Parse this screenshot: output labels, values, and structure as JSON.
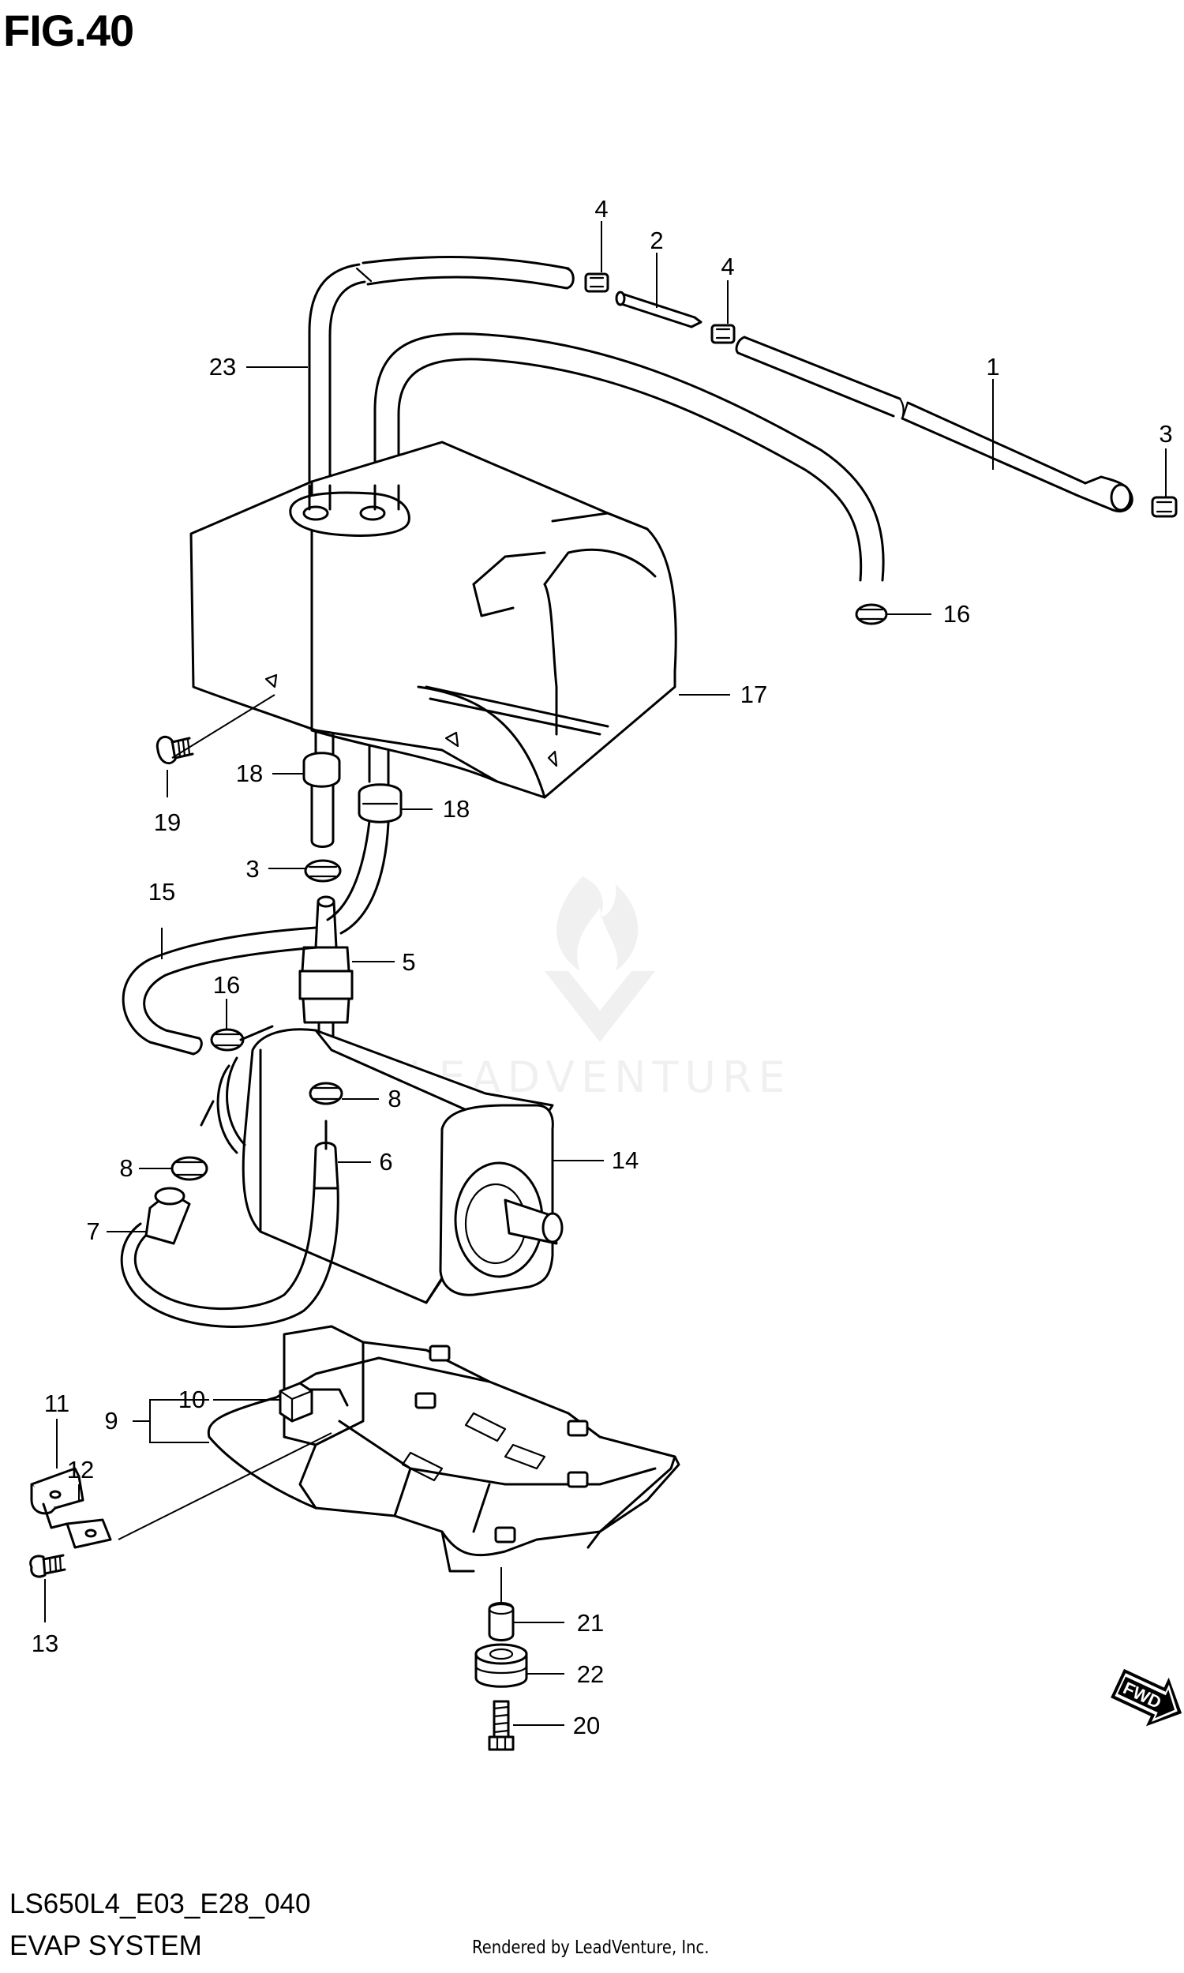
{
  "figure": {
    "title": "FIG.40",
    "model_code": "LS650L4_E03_E28_040",
    "section_name": "EVAP SYSTEM",
    "rendered_by": "Rendered by LeadVenture, Inc.",
    "watermark": "LEADVENTURE",
    "direction_marker": "FWD"
  },
  "callouts": [
    "1",
    "2",
    "3",
    "3",
    "4",
    "4",
    "5",
    "6",
    "7",
    "8",
    "8",
    "9",
    "10",
    "11",
    "12",
    "13",
    "14",
    "15",
    "16",
    "16",
    "17",
    "18",
    "18",
    "19",
    "20",
    "21",
    "22",
    "23"
  ]
}
